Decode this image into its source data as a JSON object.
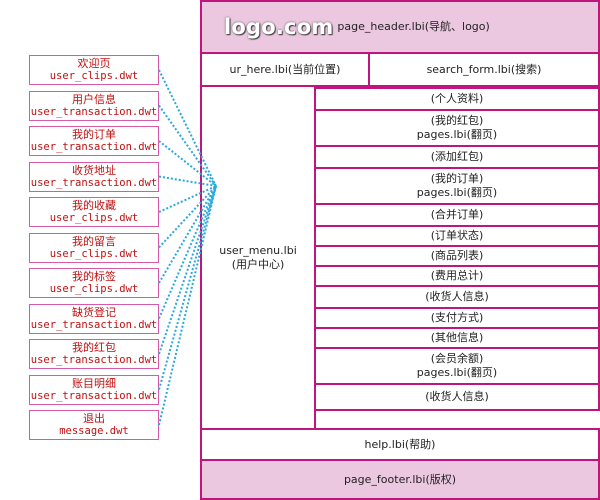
{
  "header": {
    "logo": "logo.com",
    "label": "page_header.lbi(导航、logo)"
  },
  "ur_here": "ur_here.lbi(当前位置)",
  "search_form": "search_form.lbi(搜索)",
  "user_menu": {
    "line1": "user_menu.lbi",
    "line2": "(用户中心)"
  },
  "right_items": [
    {
      "line1": "(个人资料)"
    },
    {
      "line1": "(我的红包)",
      "line2": "pages.lbi(翻页)"
    },
    {
      "line1": "(添加红包)"
    },
    {
      "line1": "(我的订单)",
      "line2": "pages.lbi(翻页)"
    },
    {
      "line1": "(合并订单)"
    },
    {
      "line1": "(订单状态)"
    },
    {
      "line1": "(商品列表)"
    },
    {
      "line1": "(费用总计)"
    },
    {
      "line1": "(收货人信息)"
    },
    {
      "line1": "(支付方式)"
    },
    {
      "line1": "(其他信息)"
    },
    {
      "line1": "(会员余额)",
      "line2": "pages.lbi(翻页)"
    },
    {
      "line1": "(收货人信息)"
    }
  ],
  "help": "help.lbi(帮助)",
  "footer": "page_footer.lbi(版权)",
  "clips": [
    {
      "title": "欢迎页",
      "file": "user_clips.dwt"
    },
    {
      "title": "用户信息",
      "file": "user_transaction.dwt"
    },
    {
      "title": "我的订单",
      "file": "user_transaction.dwt"
    },
    {
      "title": "收货地址",
      "file": "user_transaction.dwt"
    },
    {
      "title": "我的收藏",
      "file": "user_clips.dwt"
    },
    {
      "title": "我的留言",
      "file": "user_clips.dwt"
    },
    {
      "title": "我的标签",
      "file": "user_clips.dwt"
    },
    {
      "title": "缺货登记",
      "file": "user_transaction.dwt"
    },
    {
      "title": "我的红包",
      "file": "user_transaction.dwt"
    },
    {
      "title": "账目明细",
      "file": "user_transaction.dwt"
    },
    {
      "title": "退出",
      "file": "message.dwt"
    }
  ],
  "colors": {
    "border": "#c0157f",
    "pink_fill": "#ecc8e0",
    "connector": "#29a8e0",
    "clip_text": "#c01010"
  }
}
